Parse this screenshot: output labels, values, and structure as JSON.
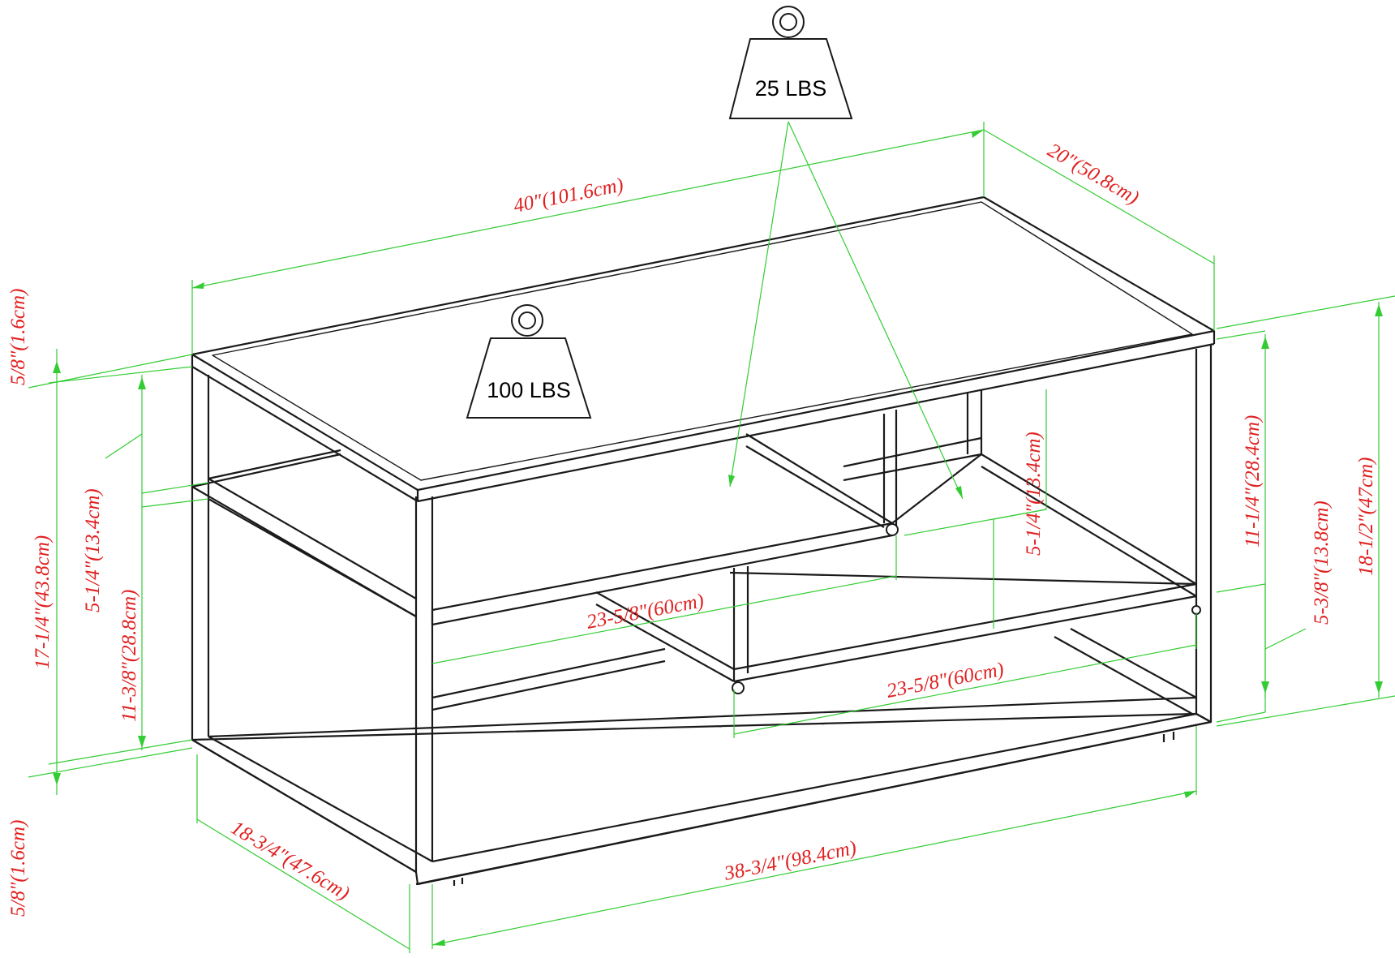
{
  "weights": {
    "top_shelf": "25 LBS",
    "top_surface": "100 LBS"
  },
  "dimensions": {
    "overall_width": "40″(101.6cm)",
    "overall_depth": "20″(50.8cm)",
    "top_thickness_left": "5/8″(1.6cm)",
    "leg_height_left": "17-1/4″(43.8cm)",
    "upper_gap_left": "5-1/4″(13.4cm)",
    "lower_gap_left": "11-3/8″(28.8cm)",
    "foot_thickness_left": "5/8″(1.6cm)",
    "inner_depth": "18-3/4″(47.6cm)",
    "inner_width": "38-3/4″(98.4cm)",
    "shelf_width_upper": "23-5/8″(60cm)",
    "shelf_width_lower": "23-5/8″(60cm)",
    "upper_gap_right": "5-1/4″(13.4cm)",
    "right_upper_height": "11-1/4″(28.4cm)",
    "right_lower_height": "5-3/8″(13.8cm)",
    "overall_height": "18-1/2″(47cm)"
  },
  "colors": {
    "frame": "#1a1a1a",
    "dimension_line": "#33cc33",
    "dimension_text": "#e02020",
    "background": "#ffffff"
  }
}
